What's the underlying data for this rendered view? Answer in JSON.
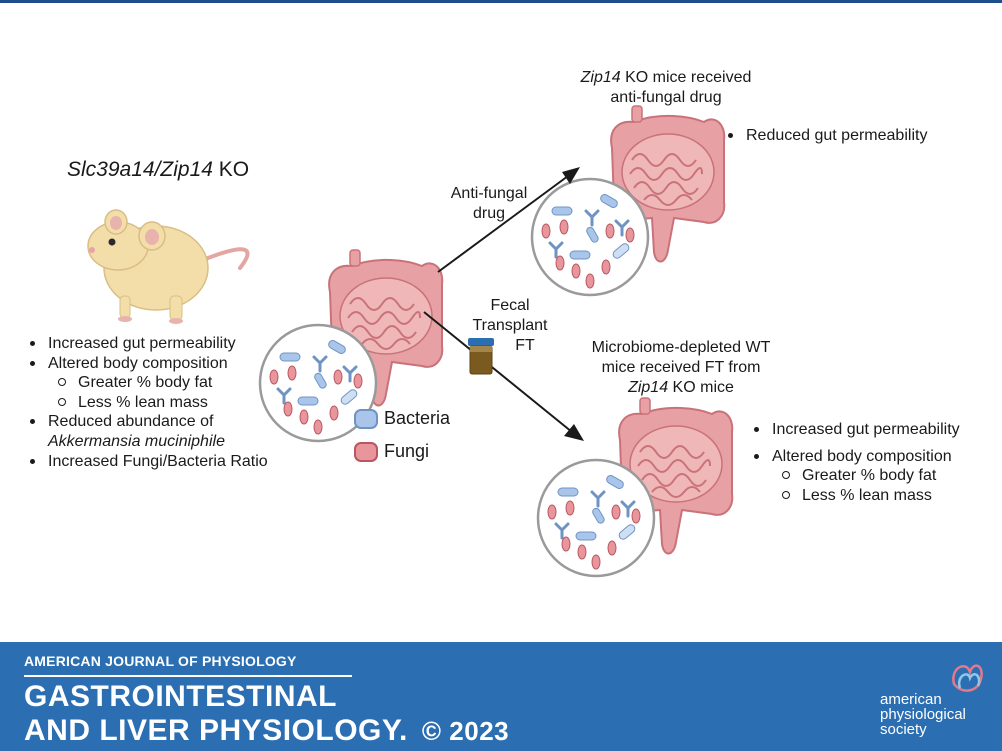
{
  "colors": {
    "banner": "#2b6fb2",
    "bacteria": "#a9c6ea",
    "fungi": "#e8969c",
    "gut": "#e7a0a3"
  },
  "left": {
    "title_italic": "Slc39a14/Zip14",
    "title_rest": " KO",
    "bullets": [
      "Increased gut permeability",
      "Altered body composition",
      "Greater % body fat",
      "Less % lean mass",
      "Reduced abundance of",
      "Akkermansia muciniphile",
      "Increased Fungi/Bacteria Ratio"
    ]
  },
  "legend": {
    "bacteria": "Bacteria",
    "fungi": "Fungi"
  },
  "arrows": {
    "antifungal_line1": "Anti-fungal",
    "antifungal_line2": "drug",
    "fecal_line1": "Fecal",
    "fecal_line2": "Transplant",
    "fecal_line3": "FT"
  },
  "top_right": {
    "title_italic": "Zip14",
    "title_rest": " KO mice received",
    "title_line2": "anti-fungal drug",
    "bullets": [
      "Reduced gut permeability"
    ]
  },
  "bottom_right": {
    "title_line1": "Microbiome-depleted WT",
    "title_line2": "mice received FT from",
    "title_italic": "Zip14",
    "title_rest": " KO mice",
    "bullets": [
      "Increased gut permeability",
      "Altered body composition",
      "Greater % body fat",
      "Less % lean mass"
    ]
  },
  "footer": {
    "journal_small": "AMERICAN JOURNAL OF PHYSIOLOGY",
    "journal_line1": "GASTROINTESTINAL",
    "journal_line2": "AND LIVER PHYSIOLOGY.",
    "copyright": "© 2023",
    "society_line1": "american",
    "society_line2": "physiological",
    "society_line3": "society"
  }
}
